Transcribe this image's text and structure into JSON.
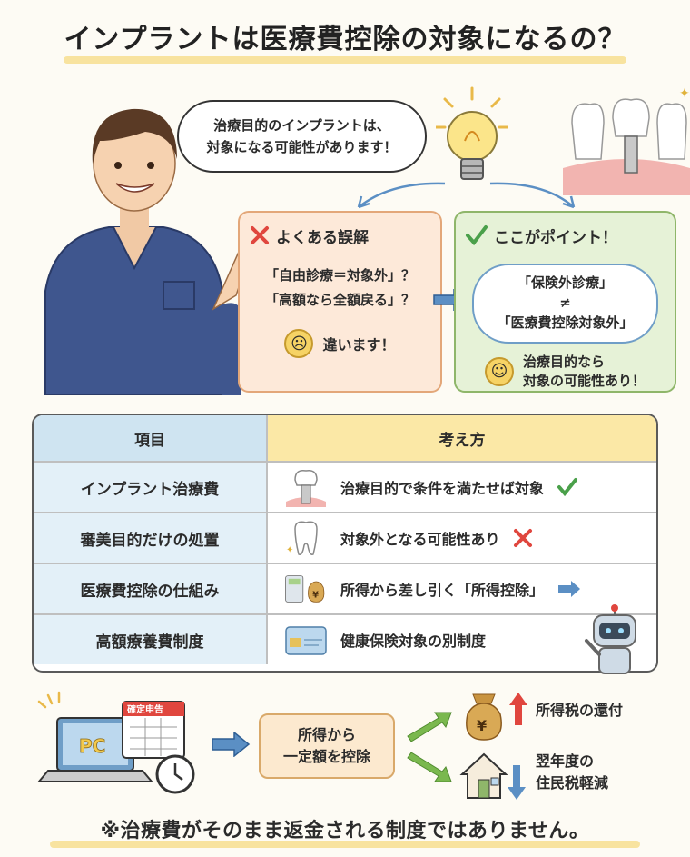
{
  "title": "インプラントは医療費控除の対象になるの？",
  "speech": {
    "line1": "治療目的のインプラントは、",
    "line2": "対象になる可能性があります！"
  },
  "misconception": {
    "heading": "よくある誤解",
    "line1": "「自由診療＝対象外」？",
    "line2": "「高額なら全額戻る」？",
    "verdict": "違います！"
  },
  "point": {
    "heading": "ここがポイント！",
    "line1": "「保険外診療」",
    "neq": "≠",
    "line2": "「医療費控除対象外」",
    "note1": "治療目的なら",
    "note2": "対象の可能性あり！"
  },
  "table": {
    "head_item": "項目",
    "head_view": "考え方",
    "rows": [
      {
        "item": "インプラント治療費",
        "view": "治療目的で条件を満たせば対象"
      },
      {
        "item": "審美目的だけの処置",
        "view": "対象外となる可能性あり"
      },
      {
        "item": "医療費控除の仕組み",
        "view": "所得から差し引く「所得控除」"
      },
      {
        "item": "高額療養費制度",
        "view": "健康保険対象の別制度"
      }
    ]
  },
  "flow": {
    "pc_label": "PC",
    "calendar_label": "確定申告",
    "box_line1": "所得から",
    "box_line2": "一定額を控除",
    "result1": "所得税の還付",
    "result2_line1": "翌年度の",
    "result2_line2": "住民税軽減",
    "yen": "¥"
  },
  "footer": "※治療費がそのまま返金される制度ではありません。",
  "colors": {
    "accent_yellow": "#f6dd8a",
    "wrong_bg": "#fde9d9",
    "point_bg": "#e6f2d7",
    "table_blue": "#e3f0f8",
    "arrow_blue": "#5b8fc4",
    "arrow_green": "#7ab84e",
    "cross_red": "#e0463e",
    "check_green": "#4aa04a"
  }
}
